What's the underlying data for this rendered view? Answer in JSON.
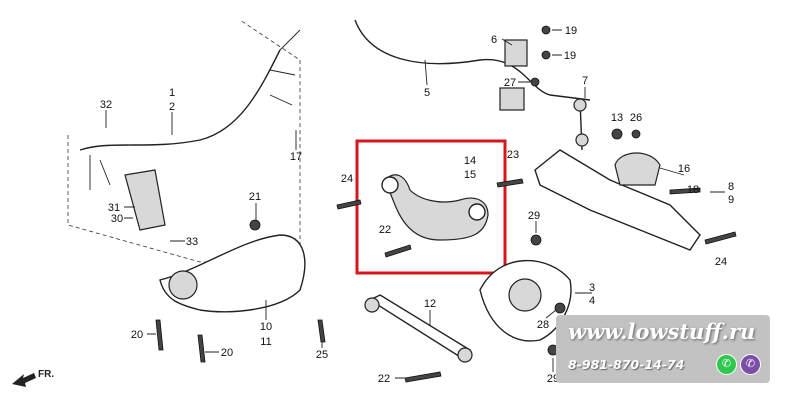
{
  "diagram": {
    "callouts": [
      "1",
      "2",
      "32",
      "17",
      "31",
      "30",
      "33",
      "5",
      "6",
      "19",
      "19",
      "27",
      "7",
      "13",
      "26",
      "14",
      "15",
      "23",
      "16",
      "18",
      "8",
      "9",
      "24",
      "21",
      "22",
      "29",
      "24",
      "3",
      "4",
      "12",
      "10",
      "11",
      "20",
      "20",
      "25",
      "22",
      "29",
      "28"
    ],
    "direction_label": "FR.",
    "highlight_color": "#d8141c"
  },
  "watermark": {
    "url": "www.lowstuff.ru",
    "phone": "8-981-870-14-74",
    "icons": [
      "whatsapp-icon",
      "viber-icon"
    ],
    "whatsapp_color": "#2ec84d",
    "viber_color": "#7b4fa8"
  }
}
